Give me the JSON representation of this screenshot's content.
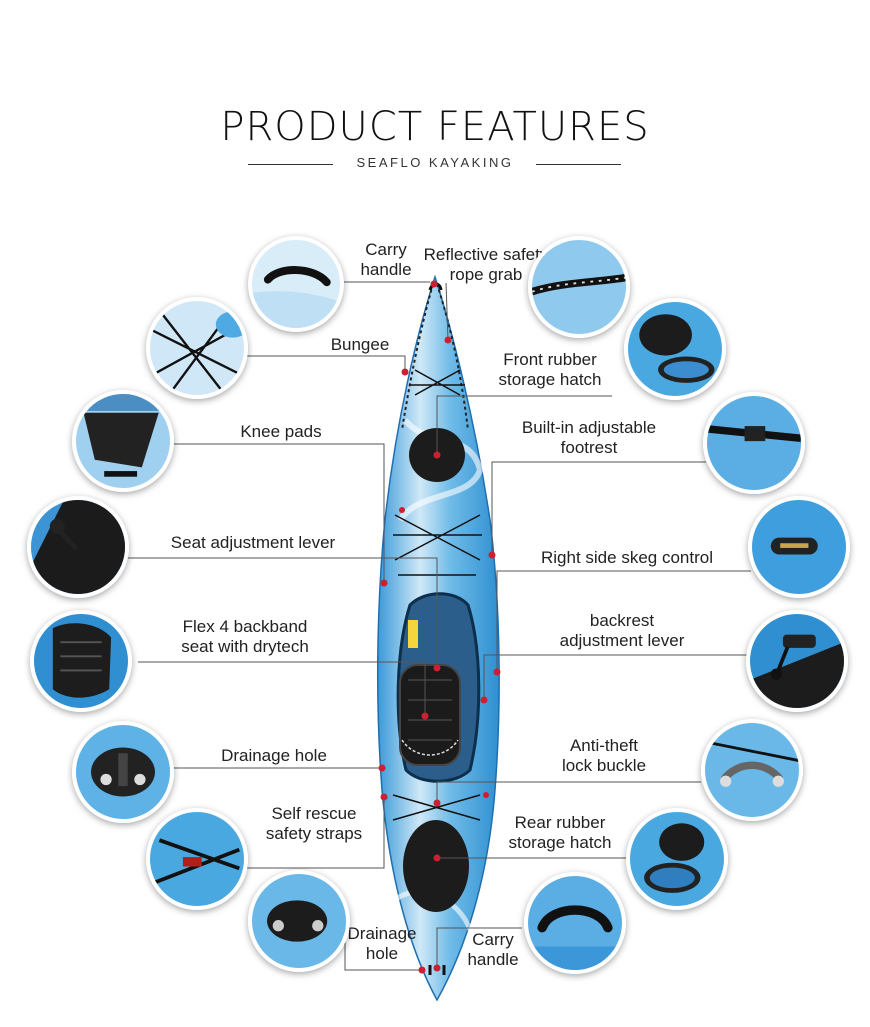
{
  "header": {
    "title": "PRODUCT FEATURES",
    "subtitle": "SEAFLO KAYAKING"
  },
  "features": {
    "carry_handle_front": "Carry\nhandle",
    "reflective_rope": "Reflective safety\nrope grab",
    "bungee": "Bungee",
    "front_hatch": "Front rubber\nstorage hatch",
    "knee_pads": "Knee pads",
    "footrest": "Built-in adjustable\nfootrest",
    "seat_lever": "Seat adjustment lever",
    "skeg_control": "Right side skeg control",
    "backband_seat": "Flex 4 backband\nseat with drytech",
    "backrest_lever": "backrest\nadjustment lever",
    "drainage_hole_1": "Drainage hole",
    "anti_theft": "Anti-theft\nlock buckle",
    "self_rescue": "Self rescue\nsafety straps",
    "rear_hatch": "Rear rubber\nstorage hatch",
    "drainage_hole_2": "Drainage\nhole",
    "carry_handle_rear": "Carry\nhandle"
  },
  "icons": [
    "carry-handle-icon",
    "rope-grab-icon",
    "bungee-icon",
    "hatch-icon",
    "knee-pad-icon",
    "footrest-icon",
    "seat-lever-icon",
    "skeg-control-icon",
    "seat-icon",
    "backrest-lever-icon",
    "drainage-hole-icon",
    "lock-buckle-icon",
    "safety-strap-icon"
  ],
  "colors": {
    "kayak_blue": "#4aa8e0",
    "kayak_light": "#d6ecf8",
    "hatch_black": "#1a1a1a",
    "callout_dot": "#cc1f2f",
    "line": "#555555"
  }
}
